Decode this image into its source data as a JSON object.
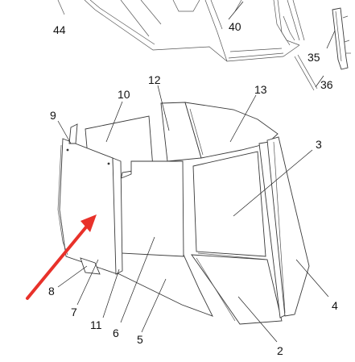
{
  "callouts": {
    "c44": "44",
    "c40": "40",
    "c35": "35",
    "c36": "36",
    "c12": "12",
    "c13": "13",
    "c10": "10",
    "c9": "9",
    "c3": "3",
    "c8": "8",
    "c7": "7",
    "c11": "11",
    "c6": "6",
    "c5": "5",
    "c4": "4",
    "c2": "2"
  },
  "colors": {
    "arrow": "#e8312a",
    "line": "#3a3a3a",
    "text": "#111111"
  }
}
